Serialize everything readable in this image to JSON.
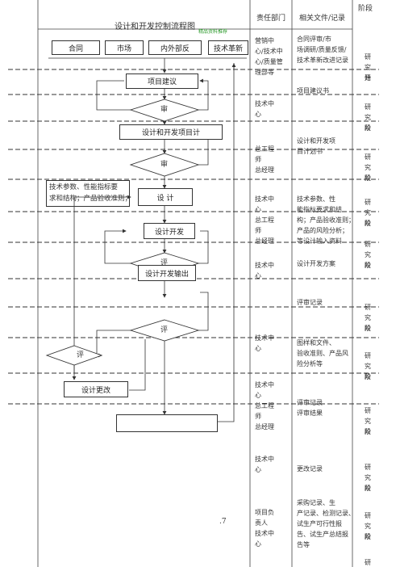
{
  "title": "设计和开发控制流程图",
  "watermark": "精品资料推荐",
  "headers": {
    "dept": "责任部门",
    "docs": "相关文件/记录",
    "stage": "阶段"
  },
  "inputs": [
    "合同",
    "市场",
    "内外部反",
    "技术革新"
  ],
  "steps": {
    "project": "项目建议",
    "review1": "审",
    "plan": "设计和开发项目计",
    "review2": "审",
    "design": "设 计",
    "develop": "设计开发",
    "review3": "评",
    "output": "设计开发输出",
    "review4": "评",
    "review5": "评",
    "change": "设计更改"
  },
  "input_note": [
    "技术参数、性能指标要",
    "求和结构；产品验收准则；"
  ],
  "dept_col": [
    [
      "营销中",
      "心/技术中",
      "心/质量管",
      "理部等"
    ],
    [
      "技术中",
      "心"
    ],
    [
      "总工程",
      "师",
      "总经理"
    ],
    [
      "技术中",
      "心",
      "总工程",
      "师",
      "总经理"
    ],
    [
      "技术中",
      "心"
    ],
    [
      "技术中",
      "心"
    ],
    [
      "技术中",
      "心",
      "总工程",
      "师",
      "总经理"
    ],
    [
      "技术中",
      "心"
    ],
    [
      "项目负",
      "责人",
      "技术中",
      "心"
    ]
  ],
  "docs_col": [
    [
      "合同评审/市",
      "场调研/质量反馈/",
      "技术革新改进记录"
    ],
    [
      "项目建议书"
    ],
    [
      "设计和开发项",
      "目计划书"
    ],
    [
      "技术参数、性",
      "能指标要求和结",
      "构；产品验收准则；",
      "产品的风险分析；",
      "等设计输入资料"
    ],
    [
      "设计开发方案"
    ],
    [
      "评审记录"
    ],
    [
      "图样和文件、",
      "验收准则、产品风",
      "险分析等"
    ],
    [
      "评审记录",
      "评审结果"
    ],
    [
      "更改记录"
    ],
    [
      "采购记录、生",
      "产记录、检测记录、",
      "试生产可行性报",
      "告、试生产总结报",
      "告等"
    ]
  ],
  "stage_col": [
    [
      "研",
      "究 开",
      "始"
    ],
    [
      "研",
      "究 阶",
      "段"
    ],
    [
      "研",
      "究 阶",
      "段"
    ],
    [
      "研",
      "究 阶",
      "段"
    ],
    [
      "研",
      "究 阶",
      "段"
    ],
    [
      "研",
      "究 阶",
      "段"
    ],
    [
      "研",
      "究 阶",
      "段"
    ],
    [
      "研",
      "究 阶",
      "段"
    ],
    [
      "研",
      "究 阶",
      "段"
    ],
    [
      "研",
      "究 阶",
      "段"
    ],
    [
      "研"
    ]
  ],
  "footer_mark": ".7"
}
